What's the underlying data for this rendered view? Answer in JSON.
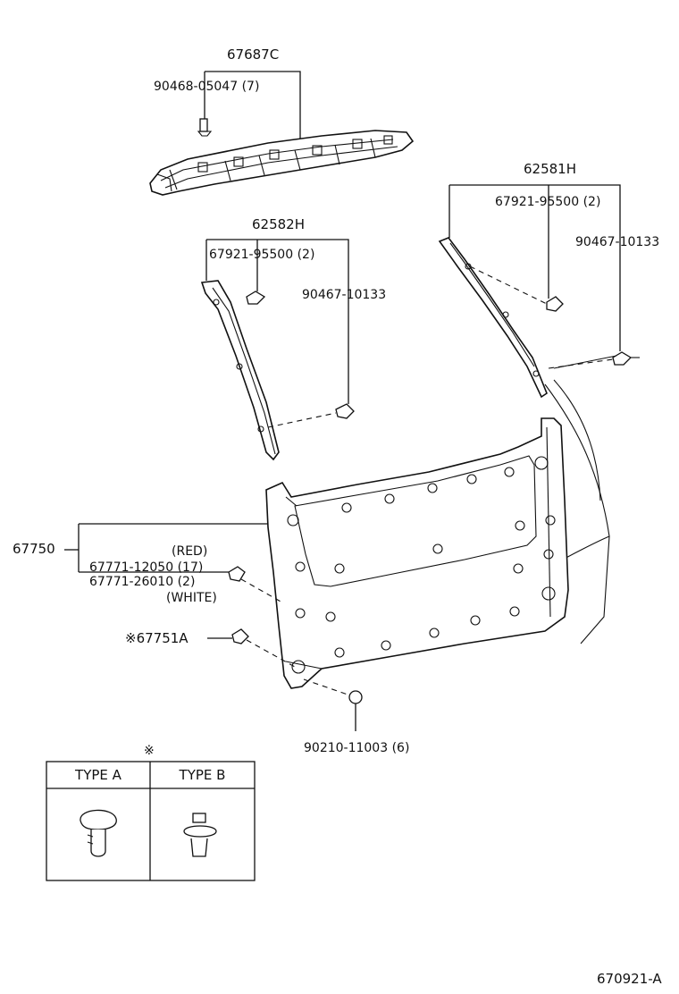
{
  "parts": {
    "p67687C": "67687C",
    "p90468": "90468-05047 (7)",
    "p62581H": "62581H",
    "p67921_right": "67921-95500 (2)",
    "p90467_right": "90467-10133",
    "p62582H": "62582H",
    "p67921_left": "67921-95500 (2)",
    "p90467_left": "90467-10133",
    "p67750": "67750",
    "red": "(RED)",
    "p67771_12050": "67771-12050 (17)",
    "p67771_26010": "67771-26010 (2)",
    "white": "(WHITE)",
    "p67751A": "※67751A",
    "p90210": "90210-11003 (6)"
  },
  "table": {
    "note_mark": "※",
    "type_a": "TYPE A",
    "type_b": "TYPE B"
  },
  "figure_code": "670921-A"
}
